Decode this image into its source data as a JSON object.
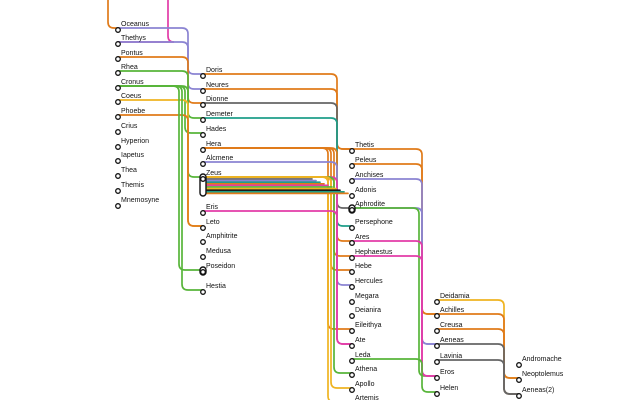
{
  "colors": {
    "orange": "#e07b1a",
    "purple": "#8b84d2",
    "magenta": "#e23ca8",
    "green": "#58b53a",
    "teal": "#1f9e89",
    "gray": "#666666",
    "yellow": "#efb422",
    "dark": "#1a1a1a"
  },
  "nodes": [
    {
      "id": "oceanus",
      "label": "Oceanus"
    },
    {
      "id": "thethys",
      "label": "Thethys"
    },
    {
      "id": "pontus",
      "label": "Pontus"
    },
    {
      "id": "rhea",
      "label": "Rhea"
    },
    {
      "id": "cronus",
      "label": "Cronus"
    },
    {
      "id": "coeus",
      "label": "Coeus"
    },
    {
      "id": "phoebe",
      "label": "Phoebe"
    },
    {
      "id": "crius",
      "label": "Crius"
    },
    {
      "id": "hyperion",
      "label": "Hyperion"
    },
    {
      "id": "iapetus",
      "label": "Iapetus"
    },
    {
      "id": "thea",
      "label": "Thea"
    },
    {
      "id": "themis",
      "label": "Themis"
    },
    {
      "id": "mnemosyne",
      "label": "Mnemosyne"
    },
    {
      "id": "doris",
      "label": "Doris"
    },
    {
      "id": "neures",
      "label": "Neures"
    },
    {
      "id": "dionne",
      "label": "Dionne"
    },
    {
      "id": "demeter",
      "label": "Demeter"
    },
    {
      "id": "hades",
      "label": "Hades"
    },
    {
      "id": "hera",
      "label": "Hera"
    },
    {
      "id": "alcmene",
      "label": "Alcmene"
    },
    {
      "id": "zeus",
      "label": "Zeus"
    },
    {
      "id": "eris",
      "label": "Eris"
    },
    {
      "id": "leto",
      "label": "Leto"
    },
    {
      "id": "amphitrite",
      "label": "Amphitrite"
    },
    {
      "id": "medusa",
      "label": "Medusa"
    },
    {
      "id": "poseidon",
      "label": "Poseidon"
    },
    {
      "id": "hestia",
      "label": "Hestia"
    },
    {
      "id": "thetis",
      "label": "Thetis"
    },
    {
      "id": "peleus",
      "label": "Peleus"
    },
    {
      "id": "anchises",
      "label": "Anchises"
    },
    {
      "id": "adonis",
      "label": "Adonis"
    },
    {
      "id": "aphrodite",
      "label": "Aphrodite"
    },
    {
      "id": "persephone",
      "label": "Persephone"
    },
    {
      "id": "ares",
      "label": "Ares"
    },
    {
      "id": "hephaestus",
      "label": "Hephaestus"
    },
    {
      "id": "hebe",
      "label": "Hebe"
    },
    {
      "id": "hercules",
      "label": "Hercules"
    },
    {
      "id": "megara",
      "label": "Megara"
    },
    {
      "id": "deianira",
      "label": "Deianira"
    },
    {
      "id": "eileithya",
      "label": "Eileithya"
    },
    {
      "id": "ate",
      "label": "Ate"
    },
    {
      "id": "leda",
      "label": "Leda"
    },
    {
      "id": "athena",
      "label": "Athena"
    },
    {
      "id": "apollo",
      "label": "Apollo"
    },
    {
      "id": "artemis",
      "label": "Artemis"
    },
    {
      "id": "deidamia",
      "label": "Deidamia"
    },
    {
      "id": "achilles",
      "label": "Achilles"
    },
    {
      "id": "creusa",
      "label": "Creusa"
    },
    {
      "id": "aeneas",
      "label": "Aeneas"
    },
    {
      "id": "lavinia",
      "label": "Lavinia"
    },
    {
      "id": "eros",
      "label": "Eros"
    },
    {
      "id": "helen",
      "label": "Helen"
    },
    {
      "id": "andromache",
      "label": "Andromache"
    },
    {
      "id": "neoptolemus",
      "label": "Neoptolemus"
    },
    {
      "id": "aeneas2",
      "label": "Aeneas(2)"
    }
  ],
  "links": [
    {
      "from": "top",
      "to": "oceanus",
      "color": "orange"
    },
    {
      "from": "top",
      "to": "thethys",
      "color": "magenta"
    },
    {
      "from": "oceanus",
      "to": "doris",
      "color": "purple"
    },
    {
      "from": "thethys",
      "to": "neures",
      "color": "purple"
    },
    {
      "from": "pontus",
      "to": "dionne",
      "color": "orange"
    },
    {
      "from": "rhea",
      "to": "zeus",
      "color": "green"
    },
    {
      "from": "cronus",
      "to": "demeter",
      "color": "green"
    },
    {
      "from": "cronus",
      "to": "hades",
      "color": "green"
    },
    {
      "from": "coeus",
      "to": "leto",
      "color": "yellow"
    },
    {
      "from": "phoebe",
      "to": "leto",
      "color": "orange"
    },
    {
      "from": "cronus",
      "to": "hestia",
      "color": "green"
    },
    {
      "from": "cronus",
      "to": "poseidon",
      "color": "green"
    },
    {
      "from": "doris",
      "to": "thetis",
      "color": "orange"
    },
    {
      "from": "neures",
      "to": "thetis",
      "color": "orange"
    },
    {
      "from": "dionne",
      "to": "aphrodite",
      "color": "gray"
    },
    {
      "from": "demeter",
      "to": "persephone",
      "color": "teal"
    },
    {
      "from": "hera",
      "to": "ares",
      "color": "orange"
    },
    {
      "from": "hera",
      "to": "hephaestus",
      "color": "orange"
    },
    {
      "from": "hera",
      "to": "hebe",
      "color": "orange"
    },
    {
      "from": "hera",
      "to": "eileithya",
      "color": "orange"
    },
    {
      "from": "alcmene",
      "to": "hercules",
      "color": "purple"
    },
    {
      "from": "zeus",
      "to": "ate",
      "color": "magenta"
    },
    {
      "from": "zeus",
      "to": "athena",
      "color": "green"
    },
    {
      "from": "zeus",
      "to": "apollo",
      "color": "yellow"
    },
    {
      "from": "zeus",
      "to": "artemis",
      "color": "yellow"
    },
    {
      "from": "eris",
      "to": "ate",
      "color": "magenta"
    },
    {
      "from": "thetis",
      "to": "achilles",
      "color": "orange"
    },
    {
      "from": "peleus",
      "to": "achilles",
      "color": "orange"
    },
    {
      "from": "anchises",
      "to": "aeneas",
      "color": "purple"
    },
    {
      "from": "aphrodite",
      "to": "aeneas",
      "color": "purple"
    },
    {
      "from": "aphrodite",
      "to": "eros",
      "color": "green"
    },
    {
      "from": "hephaestus",
      "to": "eros",
      "color": "magenta"
    },
    {
      "from": "ares",
      "to": "eros",
      "color": "magenta"
    },
    {
      "from": "leda",
      "to": "helen",
      "color": "green"
    },
    {
      "from": "deidamia",
      "to": "neoptolemus",
      "color": "yellow"
    },
    {
      "from": "achilles",
      "to": "neoptolemus",
      "color": "orange"
    },
    {
      "from": "creusa",
      "to": "aeneas2",
      "color": "orange"
    },
    {
      "from": "aeneas",
      "to": "aeneas2",
      "color": "gray"
    },
    {
      "from": "lavinia",
      "to": "aeneas2",
      "color": "gray"
    }
  ]
}
